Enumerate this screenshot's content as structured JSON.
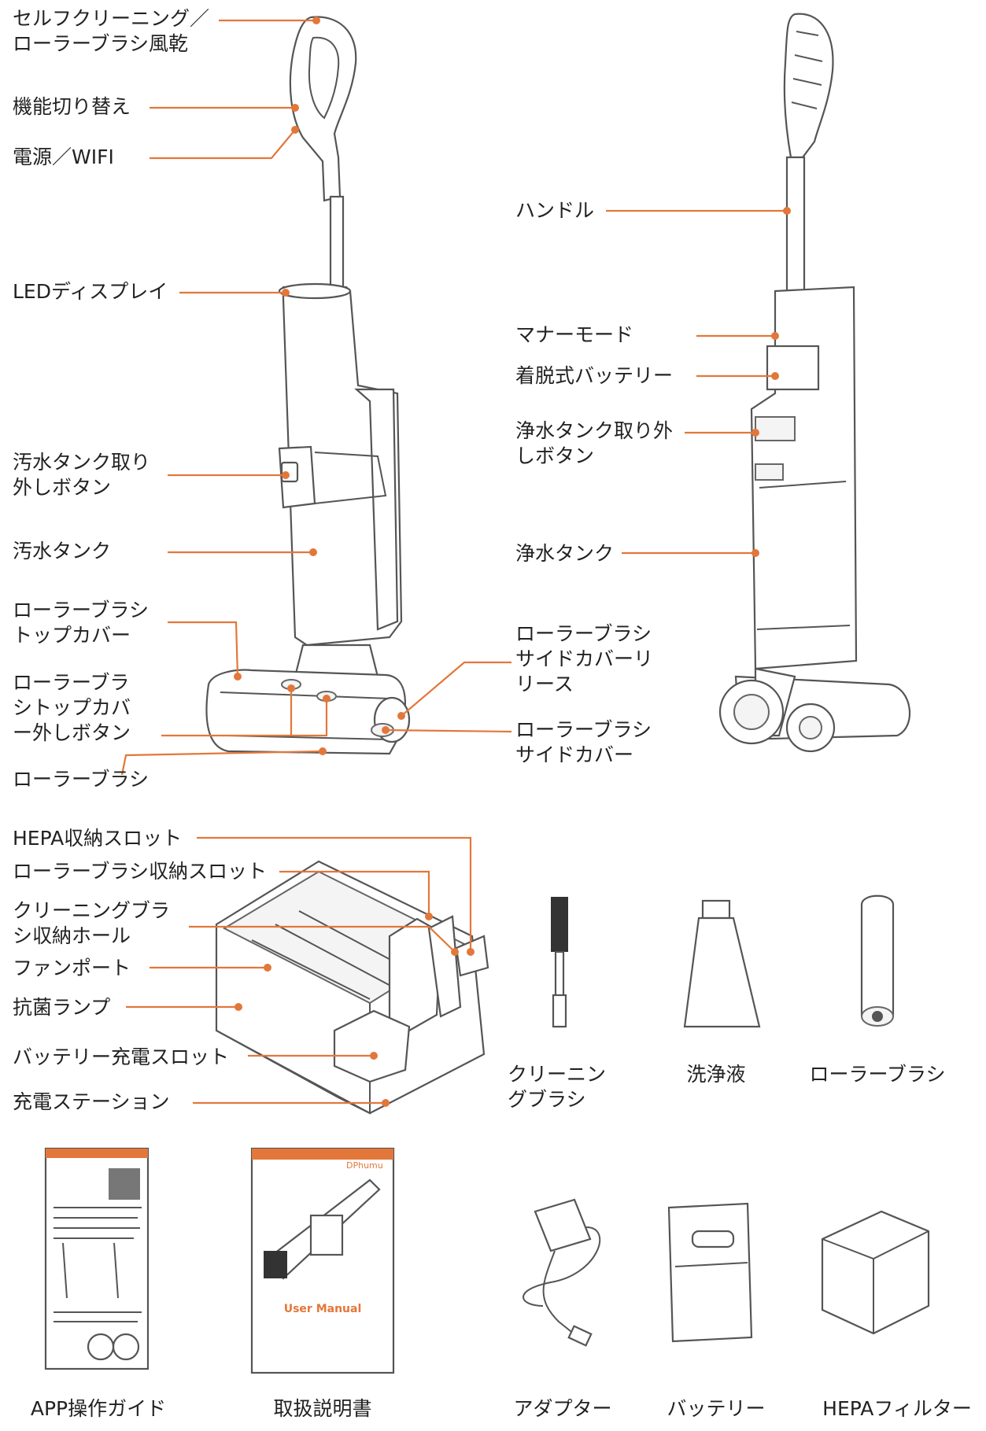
{
  "accent": "#e3773a",
  "front_labels": [
    {
      "line1": "セルフクリーニング／",
      "line2": "ローラーブラシ風乾"
    },
    {
      "line1": "機能切り替え",
      "line2": ""
    },
    {
      "line1": "電源／WIFI",
      "line2": ""
    },
    {
      "line1": "LEDディスプレイ",
      "line2": ""
    },
    {
      "line1": "汚水タンク取り",
      "line2": "外しボタン"
    },
    {
      "line1": "汚水タンク",
      "line2": ""
    },
    {
      "line1": "ローラーブラシ",
      "line2": "トップカバー"
    },
    {
      "line1": "ローラーブラ",
      "line2": "シトップカバ",
      "line3": "ー外しボタン"
    },
    {
      "line1": "ローラーブラシ",
      "line2": ""
    }
  ],
  "back_labels": [
    {
      "line1": "ハンドル",
      "line2": ""
    },
    {
      "line1": "マナーモード",
      "line2": ""
    },
    {
      "line1": "着脱式バッテリー",
      "line2": ""
    },
    {
      "line1": "浄水タンク取り外",
      "line2": "しボタン"
    },
    {
      "line1": "浄水タンク",
      "line2": ""
    },
    {
      "line1": "ローラーブラシ",
      "line2": "サイドカバーリ",
      "line3": "リース"
    },
    {
      "line1": "ローラーブラシ",
      "line2": "サイドカバー"
    }
  ],
  "station_labels": [
    {
      "line1": "HEPA収納スロット",
      "line2": ""
    },
    {
      "line1": "ローラーブラシ収納スロット",
      "line2": ""
    },
    {
      "line1": "クリーニングブラ",
      "line2": "シ収納ホール"
    },
    {
      "line1": "ファンポート",
      "line2": ""
    },
    {
      "line1": "抗菌ランプ",
      "line2": ""
    },
    {
      "line1": "バッテリー充電スロット",
      "line2": ""
    },
    {
      "line1": "充電ステーション",
      "line2": ""
    }
  ],
  "accessories": [
    {
      "line1": "クリーニン",
      "line2": "グブラシ",
      "icon": "cleaning-brush-icon"
    },
    {
      "line1": "洗浄液",
      "line2": "",
      "icon": "detergent-bottle-icon"
    },
    {
      "line1": "ローラーブラシ",
      "line2": "",
      "icon": "roller-brush-icon"
    }
  ],
  "bottom_items": [
    {
      "label": "APP操作ガイド",
      "icon": "app-guide-icon"
    },
    {
      "label": "取扱説明書",
      "icon": "user-manual-icon"
    },
    {
      "label": "アダプター",
      "icon": "adapter-icon"
    },
    {
      "label": "バッテリー",
      "icon": "battery-icon"
    },
    {
      "label": "HEPAフィルター",
      "icon": "hepa-filter-icon"
    }
  ],
  "manual": {
    "brand": "DPhumu",
    "title": "User Manual"
  }
}
